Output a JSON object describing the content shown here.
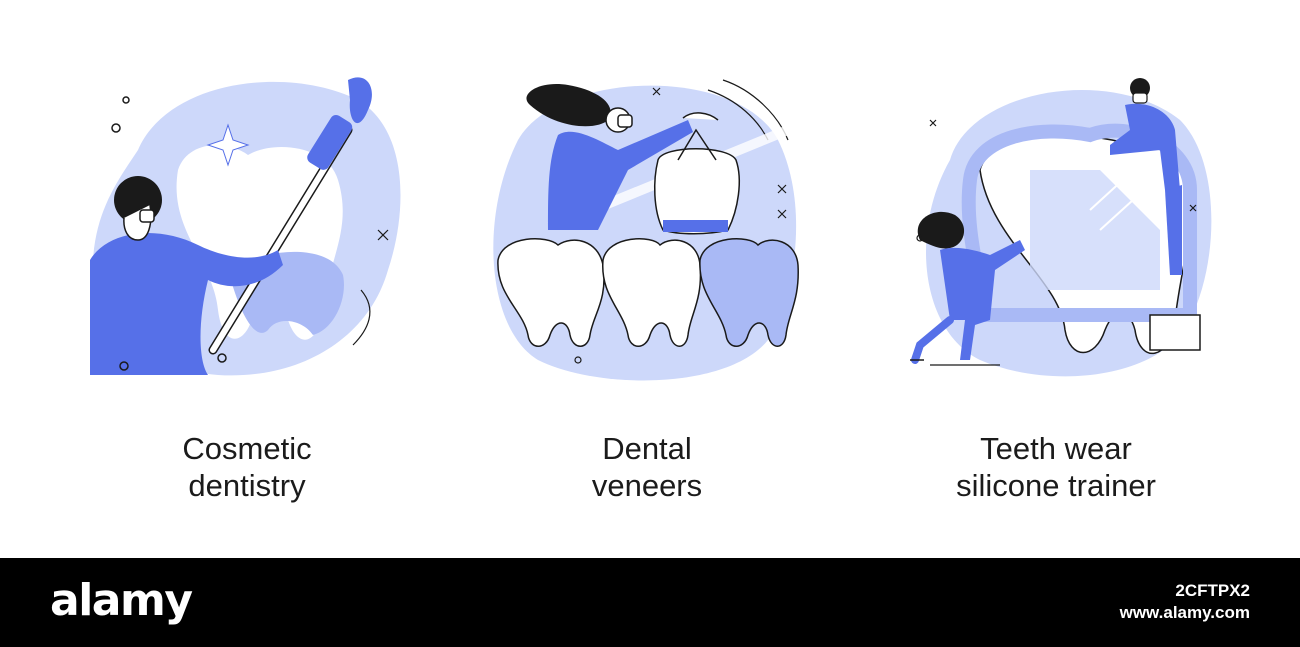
{
  "colors": {
    "accent": "#5670e8",
    "light_blue": "#cdd8fa",
    "mid_blue": "#a9b9f5",
    "outline": "#1a1a1a",
    "footer_bg": "#000000"
  },
  "panels": [
    {
      "icon": "cosmetic-dentistry-icon",
      "caption_lines": [
        "Cosmetic",
        "dentistry"
      ]
    },
    {
      "icon": "dental-veneers-icon",
      "caption_lines": [
        "Dental",
        "veneers"
      ]
    },
    {
      "icon": "silicone-trainer-icon",
      "caption_lines": [
        "Teeth wear",
        "silicone trainer"
      ]
    }
  ],
  "footer": {
    "brand": "alamy",
    "image_id": "2CFTPX2",
    "site": "www.alamy.com"
  }
}
